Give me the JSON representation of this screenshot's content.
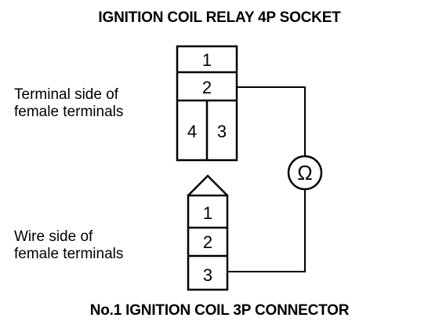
{
  "top_title": "IGNITION COIL RELAY 4P SOCKET",
  "bottom_title": "No.1 IGNITION COIL 3P CONNECTOR",
  "relay_socket": {
    "side_label_line1": "Terminal side of",
    "side_label_line2": "female terminals",
    "terminals": [
      "1",
      "2",
      "4",
      "3"
    ]
  },
  "coil_connector": {
    "side_label_line1": "Wire side of",
    "side_label_line2": "female terminals",
    "terminals": [
      "1",
      "2",
      "3"
    ]
  },
  "meter": {
    "symbol": "Ω",
    "icon": "ohmmeter-icon"
  }
}
